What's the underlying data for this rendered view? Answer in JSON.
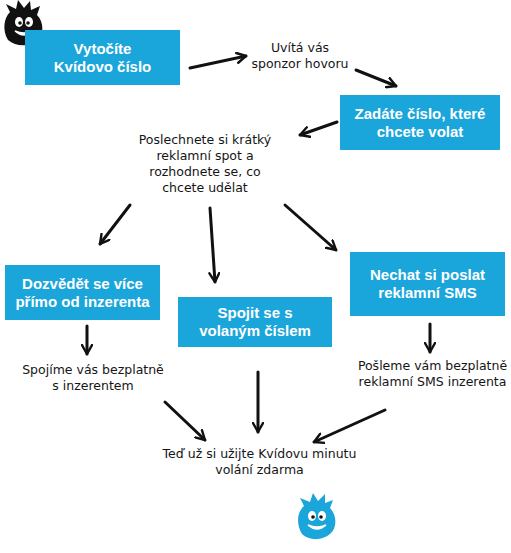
{
  "diagram": {
    "nodes": [
      {
        "text": [
          "Vytočíte Kvídovo číslo"
        ]
      },
      {
        "text": [
          "Zadáte číslo, které chcete volat"
        ]
      },
      {
        "text": [
          "Dozvědět se více přímo od inzerenta"
        ]
      },
      {
        "text": [
          "Spojit se s volaným číslem"
        ]
      },
      {
        "text": [
          "Nechat si poslat reklamní SMS"
        ]
      }
    ],
    "labels": [
      "Uvítá vás sponzor hovoru",
      "Poslechnete si krátký reklamní spot a rozhodnete se, co chcete udělat",
      "Spojíme vás bezplatně s inzerentem",
      "Pošleme vám bezplatně reklamní SMS inzerenta",
      "Teď už si užijte Kvídovu minutu volání zdarma"
    ]
  }
}
